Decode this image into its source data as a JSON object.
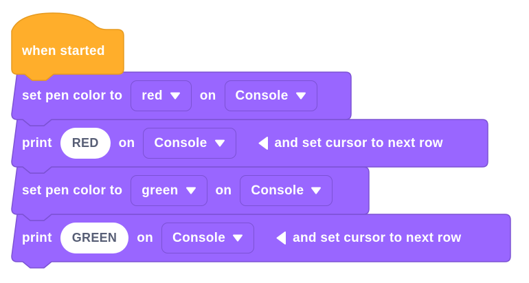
{
  "palette": {
    "canvas_bg": "#ffffff",
    "hat_fill": "#ffae2b",
    "hat_stroke": "#e69a1f",
    "block_fill": "#9966ff",
    "block_stroke": "#7c52d4",
    "block_text": "#ffffff",
    "input_fill": "#ffffff",
    "input_text": "#575e75"
  },
  "icons": {
    "dropdown_caret": "caret-down",
    "next_row": "left-triangle"
  },
  "script": {
    "hat": {
      "label": "when started"
    },
    "blocks": [
      {
        "name": "set-pen-color-red",
        "parts": [
          {
            "kind": "label",
            "text": "set pen color to"
          },
          {
            "kind": "dropdown",
            "value": "red"
          },
          {
            "kind": "label",
            "text": "on"
          },
          {
            "kind": "dropdown",
            "value": "Console"
          }
        ]
      },
      {
        "name": "print-red",
        "parts": [
          {
            "kind": "label",
            "text": "print"
          },
          {
            "kind": "input",
            "value": "RED"
          },
          {
            "kind": "label",
            "text": "on"
          },
          {
            "kind": "dropdown",
            "value": "Console"
          },
          {
            "kind": "icon",
            "icon": "left-triangle"
          },
          {
            "kind": "label",
            "text": "and set cursor to next row"
          }
        ]
      },
      {
        "name": "set-pen-color-green",
        "parts": [
          {
            "kind": "label",
            "text": "set pen color to"
          },
          {
            "kind": "dropdown",
            "value": "green"
          },
          {
            "kind": "label",
            "text": "on"
          },
          {
            "kind": "dropdown",
            "value": "Console"
          }
        ]
      },
      {
        "name": "print-green",
        "parts": [
          {
            "kind": "label",
            "text": "print"
          },
          {
            "kind": "input",
            "value": "GREEN"
          },
          {
            "kind": "label",
            "text": "on"
          },
          {
            "kind": "dropdown",
            "value": "Console"
          },
          {
            "kind": "icon",
            "icon": "left-triangle"
          },
          {
            "kind": "label",
            "text": "and set cursor to next row"
          }
        ]
      }
    ]
  }
}
